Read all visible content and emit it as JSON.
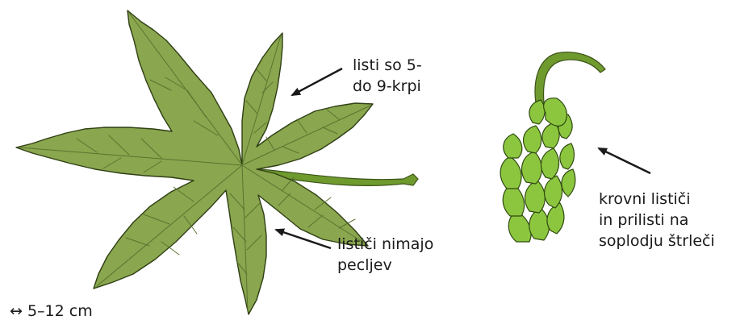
{
  "annotations": {
    "leaf_lobes": [
      "listi so 5-",
      "do 9-krpi"
    ],
    "leaflets_no_petiole": [
      "lističi nimajo",
      "pecljev"
    ],
    "cone_bracts": [
      "krovni lističi",
      "in prilisti na",
      "soplodju štrleči"
    ]
  },
  "scale": "↔ 5–12 cm",
  "colors": {
    "leaf_fill": "#8aa64e",
    "leaf_edge": "#2f3f14",
    "leaf_vein": "#5a7430",
    "cone_fill": "#8cc63f",
    "stem": "#6f9a2e",
    "arrow": "#1a1a1a"
  }
}
